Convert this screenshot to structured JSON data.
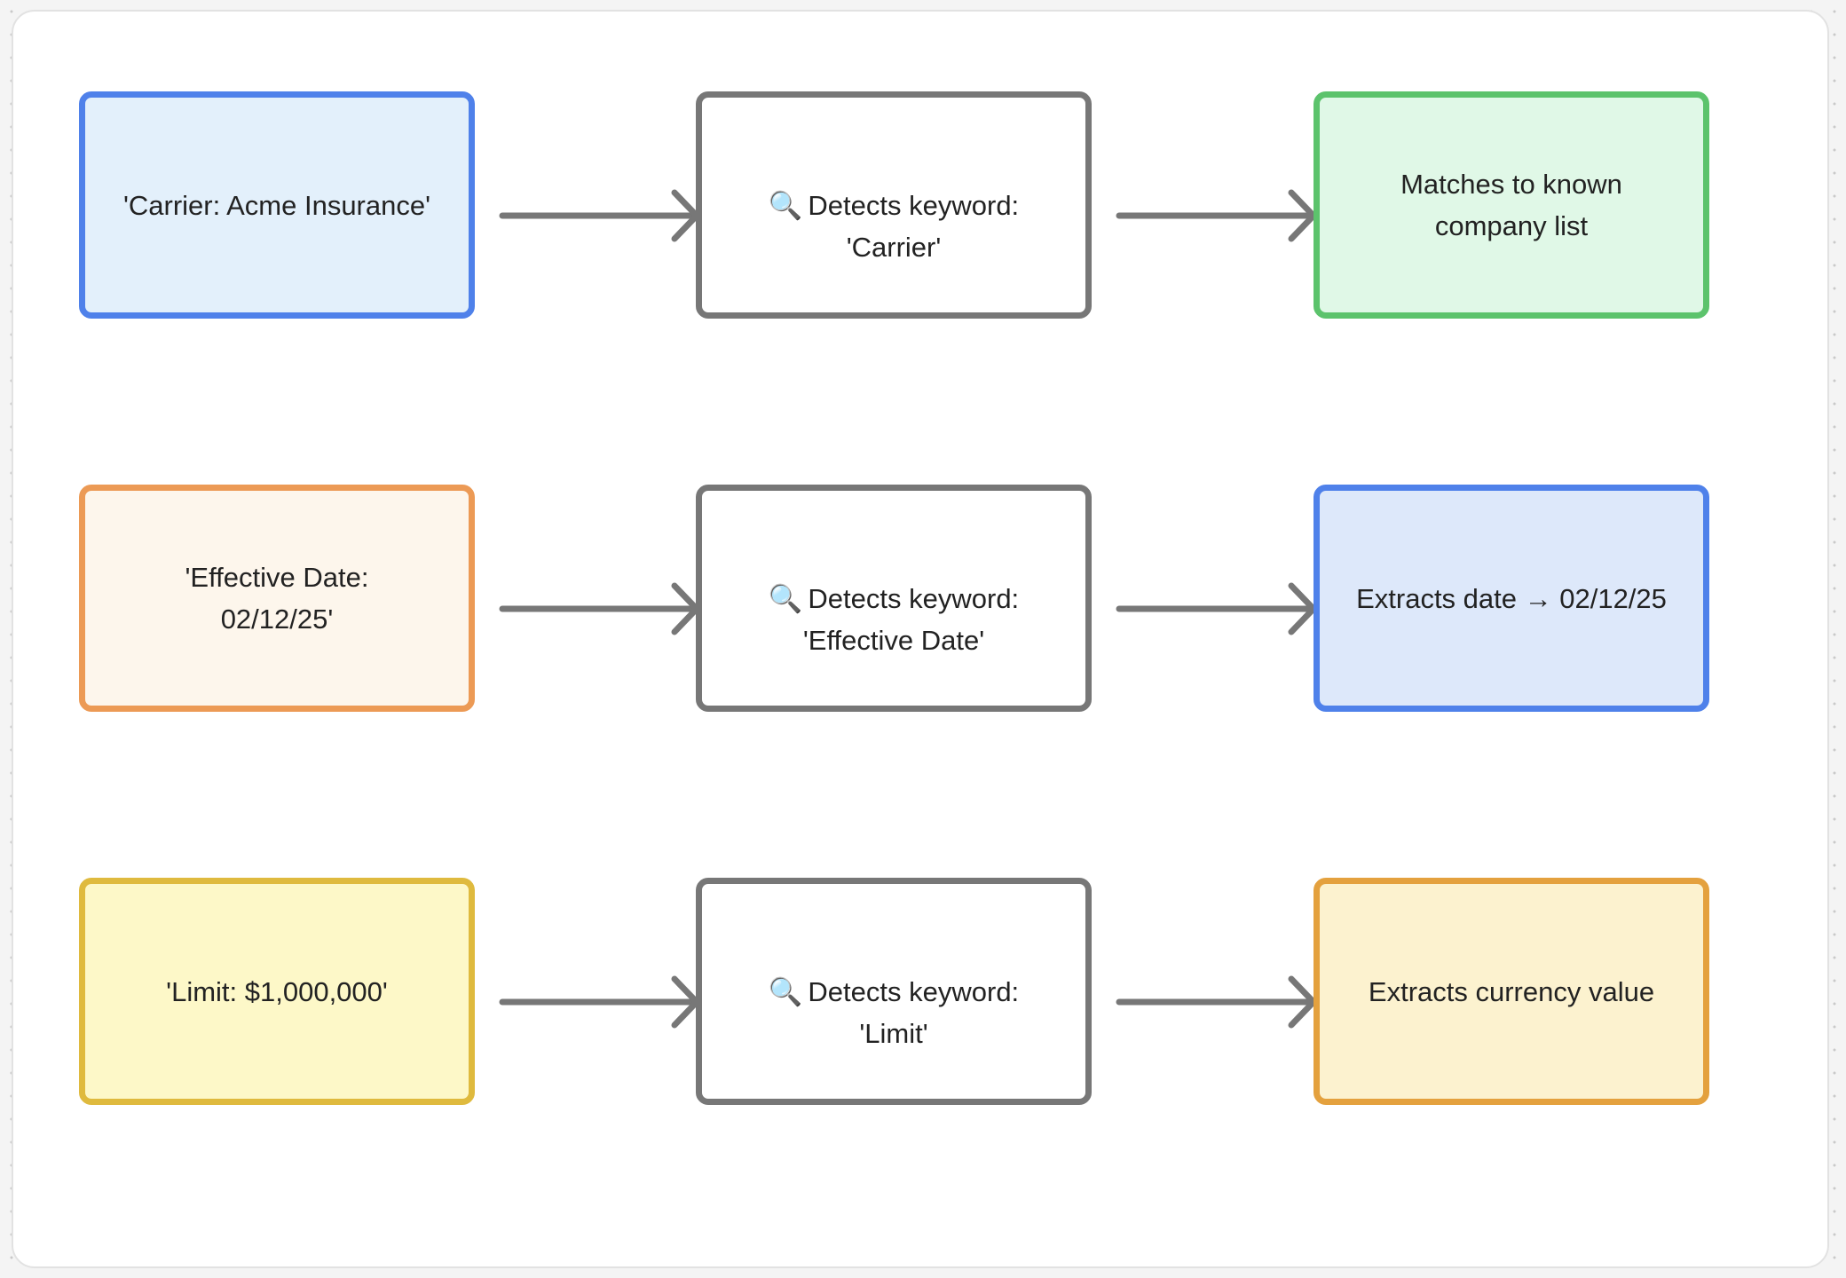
{
  "diagram": {
    "rows": [
      {
        "input": "'Carrier: Acme Insurance'",
        "detect_icon": "magnifier-icon",
        "detect": "Detects keyword:\n'Carrier'",
        "result": "Matches to known\ncompany list"
      },
      {
        "input": "'Effective Date:\n02/12/25'",
        "detect_icon": "magnifier-icon",
        "detect": "Detects keyword:\n'Effective Date'",
        "result": "Extracts date → 02/12/25"
      },
      {
        "input": "'Limit: $1,000,000'",
        "detect_icon": "magnifier-icon",
        "detect": "Detects keyword:\n'Limit'",
        "result": "Extracts currency value"
      }
    ],
    "colors": {
      "arrow": "#777777",
      "input_row1_border": "#4f81ea",
      "input_row2_border": "#ec9a55",
      "input_row3_border": "#dfba3e",
      "result_row1_border": "#5cc36c",
      "result_row2_border": "#4f81ea",
      "result_row3_border": "#e4a13e"
    }
  }
}
